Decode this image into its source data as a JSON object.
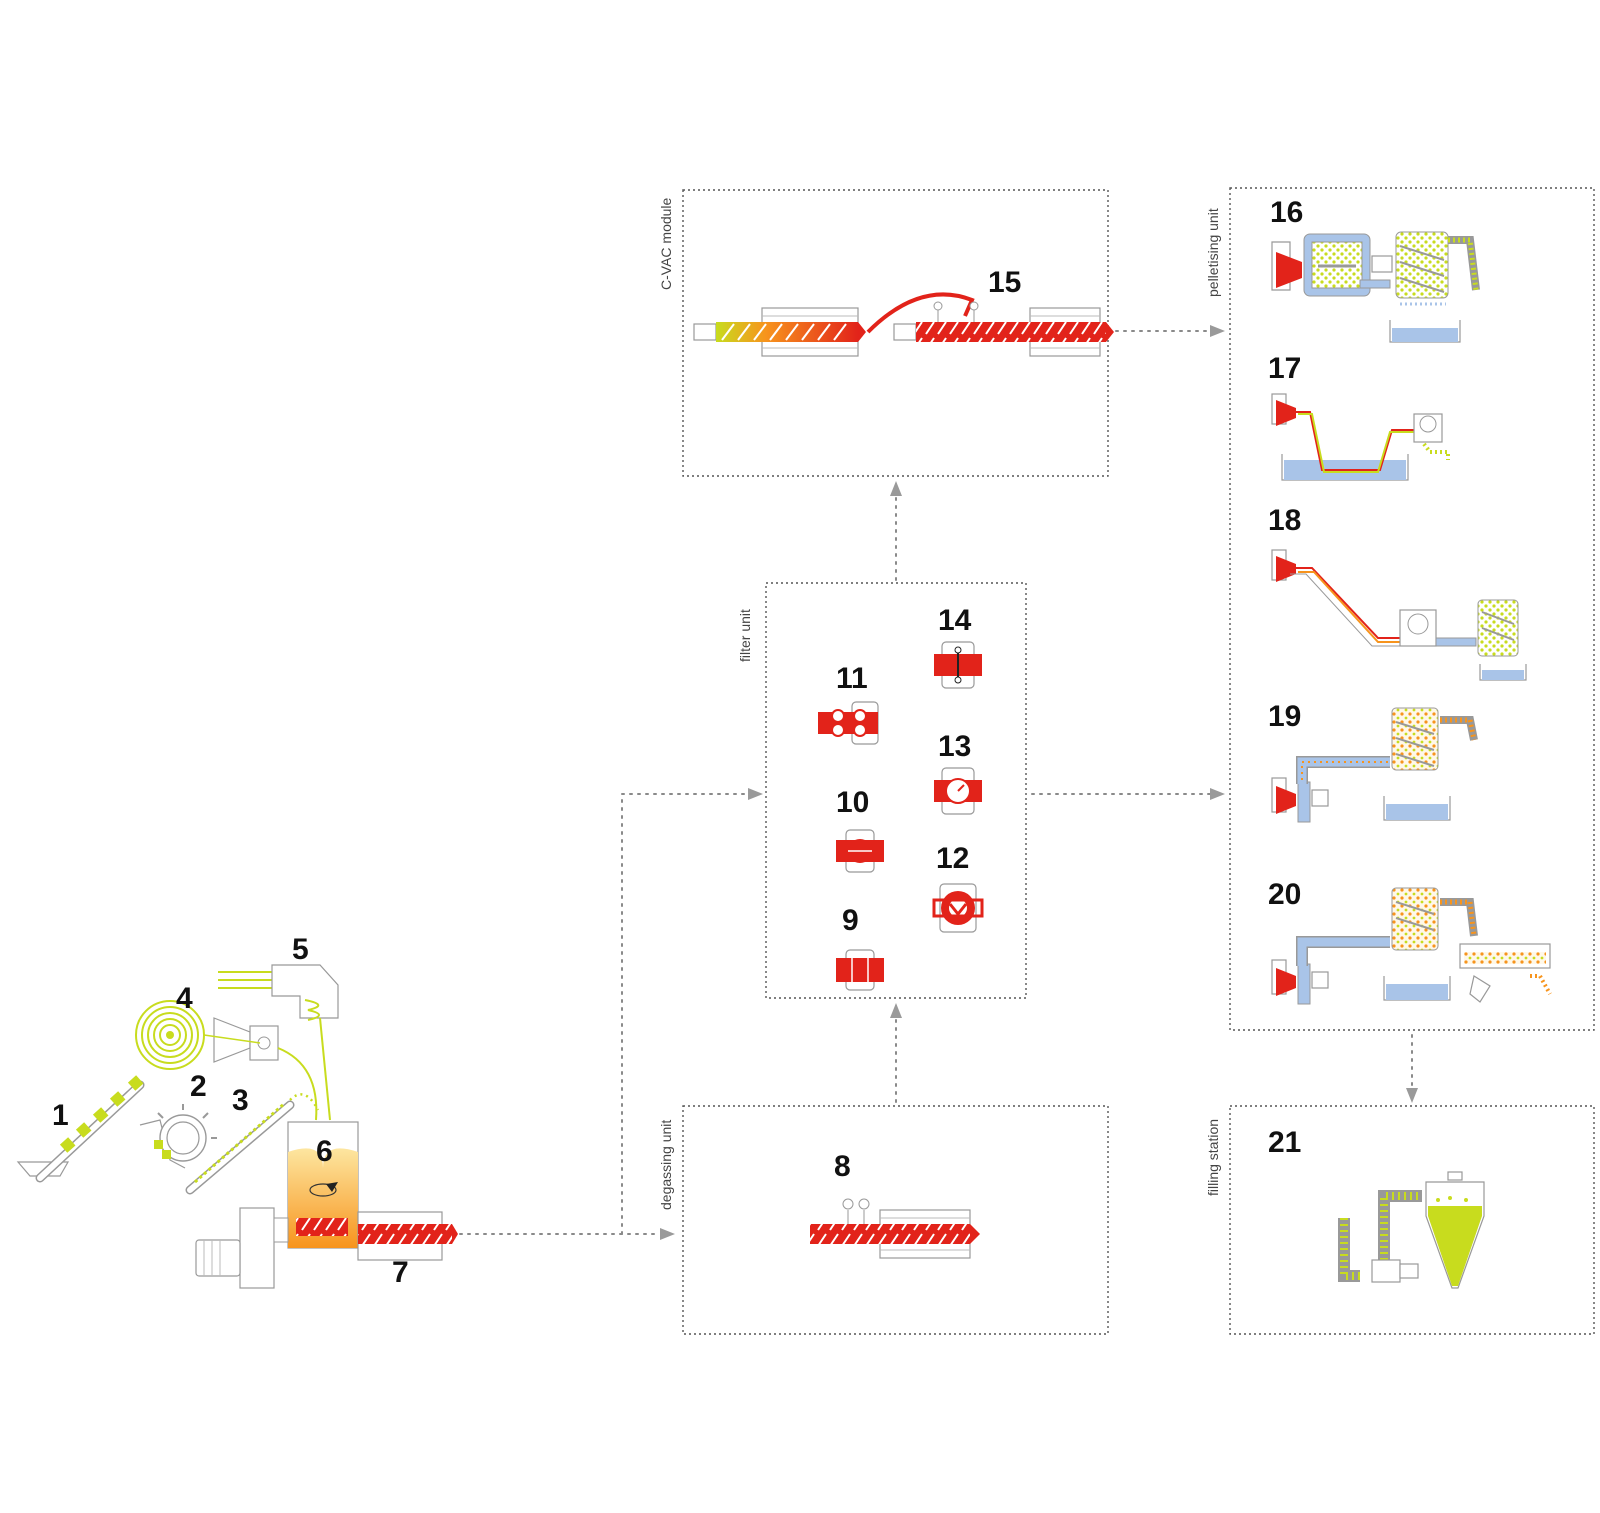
{
  "diagram": {
    "section_labels": {
      "cvac": "C-VAC module",
      "pelletising": "pelletising  unit",
      "filter": "filter unit",
      "degassing": "degassing unit",
      "filling": "filling station"
    },
    "steps": [
      "1",
      "2",
      "3",
      "4",
      "5",
      "6",
      "7",
      "8",
      "9",
      "10",
      "11",
      "12",
      "13",
      "14",
      "15",
      "16",
      "17",
      "18",
      "19",
      "20",
      "21"
    ],
    "colors": {
      "melt_red": "#e2231a",
      "material_lime": "#c8dc1e",
      "heat_orange": "#f7941d",
      "water_blue": "#a9c4e8",
      "outline_grey": "#999999",
      "flow_arrow_grey": "#9a9a9a"
    }
  }
}
